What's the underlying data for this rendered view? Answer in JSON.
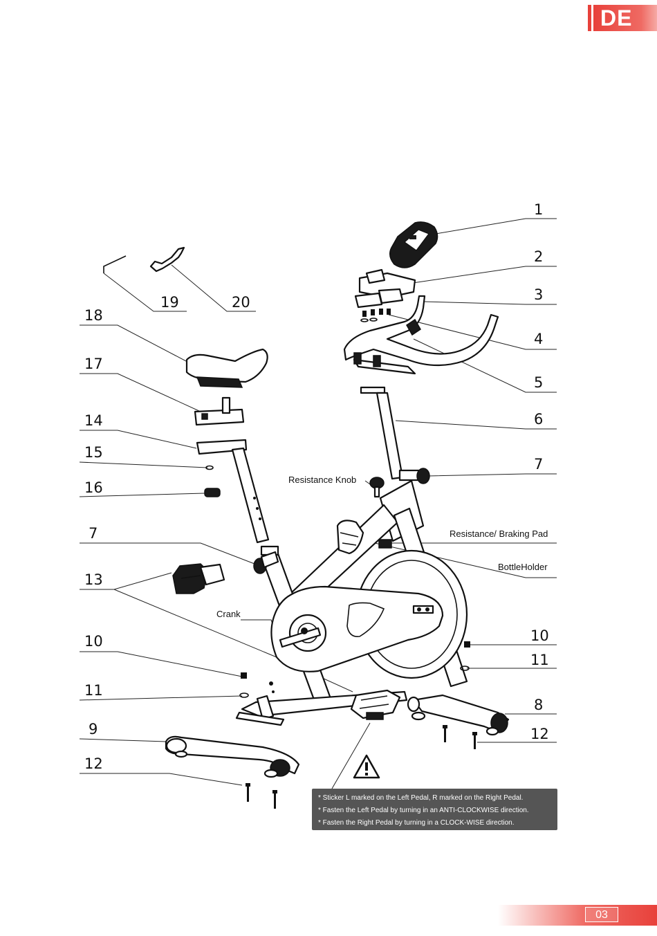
{
  "header": {
    "language_code": "DE"
  },
  "callouts": {
    "n1": "1",
    "n2": "2",
    "n3": "3",
    "n4": "4",
    "n5": "5",
    "n6": "6",
    "n7_right": "7",
    "n7_left": "7",
    "n8": "8",
    "n9": "9",
    "n10_left": "10",
    "n10_right": "10",
    "n11_left": "11",
    "n11_right": "11",
    "n12_left": "12",
    "n12_right": "12",
    "n13": "13",
    "n14": "14",
    "n15": "15",
    "n16": "16",
    "n17": "17",
    "n18": "18",
    "n19": "19",
    "n20": "20"
  },
  "labels": {
    "resistance_knob": "Resistance Knob",
    "resistance_pad": "Resistance/ Braking Pad",
    "bottle_holder": "BottleHolder",
    "crank": "Crank"
  },
  "warning": {
    "icon": "warning-triangle-icon",
    "lines": [
      "* Sticker L marked on the Left Pedal, R marked on the Right Pedal.",
      "* Fasten the Left Pedal by turning in an ANTI-CLOCKWISE direction.",
      "* Fasten the Right Pedal by turning in a CLOCK-WISE direction."
    ]
  },
  "footer": {
    "page_number": "03"
  },
  "colors": {
    "accent": "#e8413b",
    "warning_box": "#555555"
  }
}
